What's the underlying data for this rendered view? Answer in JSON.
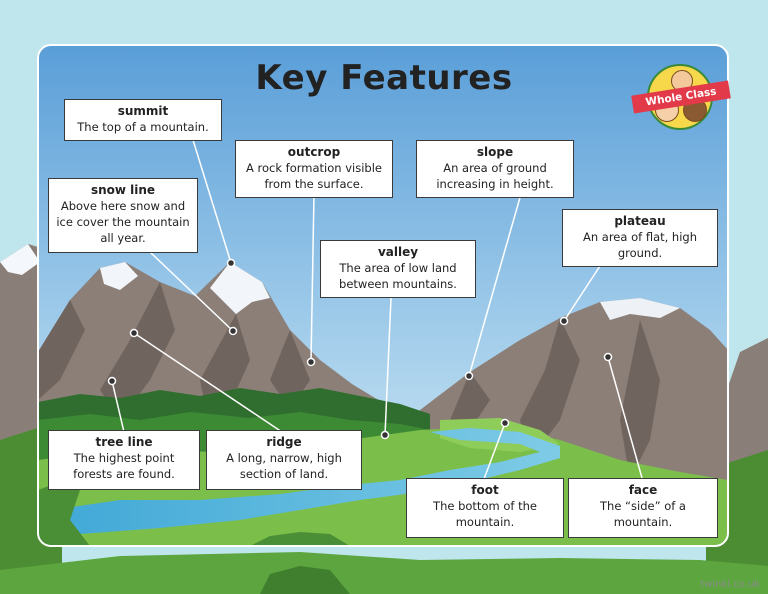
{
  "title": "Key Features",
  "badge": {
    "text": "Whole Class"
  },
  "watermark": "twinkl.co.uk",
  "labels": {
    "summit": {
      "term": "summit",
      "def": "The top of a mountain."
    },
    "outcrop": {
      "term": "outcrop",
      "def": "A rock formation visible from the surface."
    },
    "slope": {
      "term": "slope",
      "def": "An area of ground increasing in height."
    },
    "snow_line": {
      "term": "snow line",
      "def": "Above here snow and ice cover the mountain all year."
    },
    "valley": {
      "term": "valley",
      "def": "The area of low land between mountains."
    },
    "plateau": {
      "term": "plateau",
      "def": "An area of flat, high ground."
    },
    "tree_line": {
      "term": "tree line",
      "def": "The highest point forests are found."
    },
    "ridge": {
      "term": "ridge",
      "def": "A long, narrow, high section of land."
    },
    "foot": {
      "term": "foot",
      "def": "The bottom of the mountain."
    },
    "face": {
      "term": "face",
      "def": "The “side” of a mountain."
    }
  }
}
